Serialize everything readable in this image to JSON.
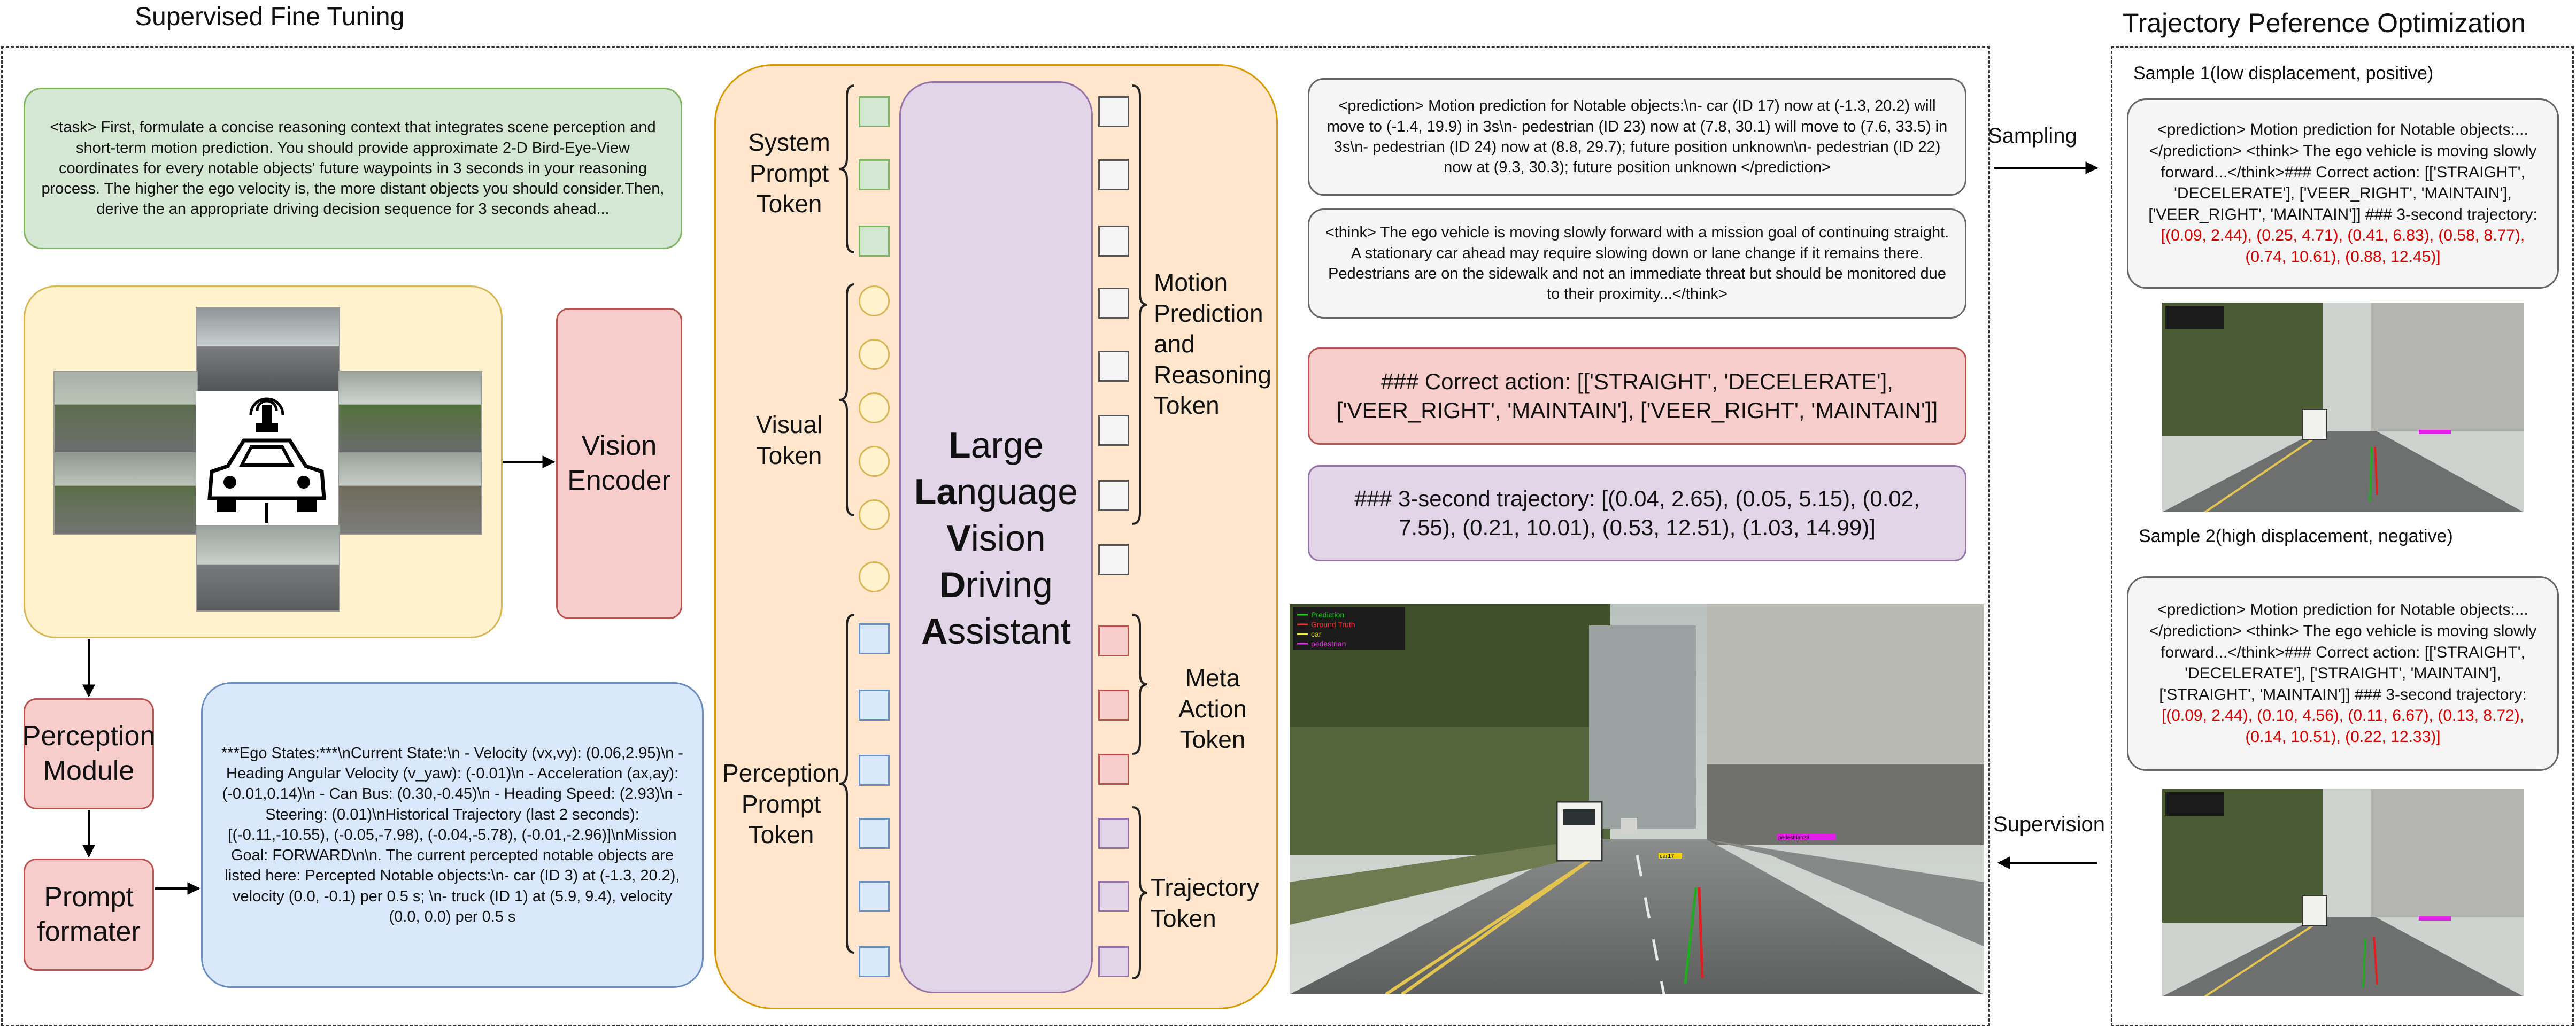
{
  "sft": {
    "title": "Supervised Fine Tuning",
    "task_prompt": "<task> First, formulate a concise reasoning context that integrates scene perception and short-term motion prediction. You should provide approximate 2-D Bird-Eye-View coordinates for every notable objects' future waypoints in 3 seconds in your reasoning process. The higher the ego velocity is, the more distant objects you should consider.Then, derive the an appropriate driving decision sequence for 3 seconds ahead...",
    "vision_encoder": "Vision Encoder",
    "perception_module": "Perception Module",
    "prompt_formatter": "Prompt formater",
    "ego_states": "***Ego States:***\\nCurrent State:\\n - Velocity (vx,vy): (0.06,2.95)\\n - Heading Angular Velocity (v_yaw): (-0.01)\\n - Acceleration (ax,ay): (-0.01,0.14)\\n - Can Bus: (0.30,-0.45)\\n - Heading Speed: (2.93)\\n - Steering: (0.01)\\nHistorical Trajectory (last 2 seconds): [(-0.11,-10.55), (-0.05,-7.98), (-0.04,-5.78), (-0.01,-2.96)]\\nMission Goal: FORWARD\\n\\n. The current percepted notable objects are listed here: Percepted Notable objects:\\n- car (ID 3) at (-1.3, 20.2), velocity (0.0, -0.1) per 0.5 s; \\n- truck (ID 1) at (5.9, 9.4), velocity (0.0, 0.0) per 0.5 s"
  },
  "llm": {
    "name_lines": [
      {
        "cap": "L",
        "rest": "arge"
      },
      {
        "cap": "La",
        "rest": "nguage"
      },
      {
        "cap": "V",
        "rest": "ision"
      },
      {
        "cap": "D",
        "rest": "riving"
      },
      {
        "cap": "A",
        "rest": "ssistant"
      }
    ],
    "system_prompt_token": "System Prompt Token",
    "visual_token": "Visual Token",
    "perception_prompt_token": "Perception Prompt Token",
    "motion_token": "Motion Prediction and Reasoning Token",
    "meta_action_token": "Meta Action Token",
    "trajectory_token": "Trajectory Token"
  },
  "outputs": {
    "prediction": "<prediction> Motion prediction for Notable objects:\\n- car (ID 17) now at (-1.3, 20.2) will move to (-1.4, 19.9) in 3s\\n- pedestrian (ID 23) now at (7.8, 30.1) will move to (7.6, 33.5) in 3s\\n- pedestrian (ID 24) now at (8.8, 29.7); future position unknown\\n- pedestrian (ID 22) now at (9.3, 30.3); future position unknown </prediction>",
    "think": "<think> The ego vehicle is moving slowly forward with a mission goal of continuing straight. A stationary car ahead may require slowing down or lane change if it remains there. Pedestrians are on the sidewalk and not an immediate threat but should be monitored due to their proximity...</think>",
    "action": "### Correct action: [['STRAIGHT', 'DECELERATE'], ['VEER_RIGHT', 'MAINTAIN'], ['VEER_RIGHT', 'MAINTAIN']]",
    "trajectory": "### 3-second trajectory: [(0.04, 2.65), (0.05, 5.15), (0.02, 7.55), (0.21, 10.01), (0.53, 12.51), (1.03, 14.99)]"
  },
  "legend": [
    "Prediction",
    "Ground Truth",
    "car",
    "pedestrian"
  ],
  "scene_tags": {
    "car": "car17",
    "ped": "pedestrian23"
  },
  "arrows": {
    "sampling": "Sampling",
    "supervision": "Supervision"
  },
  "tpo": {
    "title": "Trajectory Peference Optimization",
    "sample1_title": "Sample 1(low displacement, positive)",
    "sample1_text": "<prediction> Motion prediction for Notable objects:...</prediction> <think> The ego vehicle is moving slowly forward...</think>### Correct action: [['STRAIGHT', 'DECELERATE'], ['VEER_RIGHT', 'MAINTAIN'], ['VEER_RIGHT', 'MAINTAIN']] ### 3-second trajectory: ",
    "sample1_traj": "[(0.09, 2.44), (0.25, 4.71), (0.41, 6.83), (0.58, 8.77), (0.74, 10.61), (0.88, 12.45)]",
    "sample2_title": "Sample 2(high displacement, negative)",
    "sample2_text": "<prediction> Motion prediction for Notable objects:...</prediction> <think> The ego vehicle is moving slowly forward...</think>### Correct action: [['STRAIGHT', 'DECELERATE'], ['STRAIGHT', 'MAINTAIN'], ['STRAIGHT', 'MAINTAIN']] ### 3-second trajectory: ",
    "sample2_traj": "[(0.09, 2.44), (0.10, 4.56), (0.11, 6.67), (0.13, 8.72), (0.14, 10.51), (0.22, 12.33)]"
  },
  "colors": {
    "green_fill": "#d5e8d4",
    "yellow_fill": "#fff2cc",
    "red_fill": "#f8cecc",
    "blue_fill": "#dae8fc",
    "purple_fill": "#e1d5e7",
    "orange_fill": "#ffe6cc",
    "grey_fill": "#f5f5f5",
    "highlight_red": "#d40000"
  }
}
